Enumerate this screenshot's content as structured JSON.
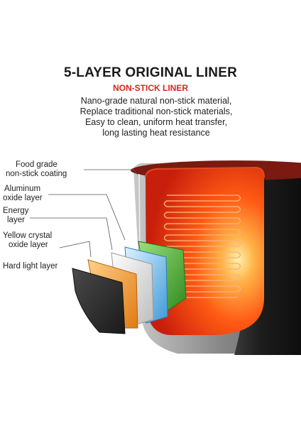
{
  "heading": {
    "title": "5-LAYER ORIGINAL LINER",
    "subtitle": "NON-STICK LINER",
    "description": [
      "Nano-grade natural non-stick material,",
      "Replace traditional non-stick materials,",
      "Easy to clean, uniform heat transfer,",
      "long lasting heat resistance"
    ]
  },
  "layers": [
    {
      "lines": [
        "Food grade",
        "non-stick coating"
      ],
      "color": "#f0f0f0"
    },
    {
      "lines": [
        "Aluminum",
        "oxide layer"
      ],
      "color": "#5ab4e8"
    },
    {
      "lines": [
        "Energy",
        "layer"
      ],
      "color": "#6cbf3c"
    },
    {
      "lines": [
        "Yellow crystal",
        "oxide layer"
      ],
      "color": "#f39a33"
    },
    {
      "lines": [
        "Hard light layer"
      ],
      "color": "#2e2e2e"
    }
  ],
  "colors": {
    "accent": "#d7261e",
    "inner_glow": "#ff6a1a",
    "coil": "#ffb07a",
    "pot_shell": "#1f1f1f"
  }
}
